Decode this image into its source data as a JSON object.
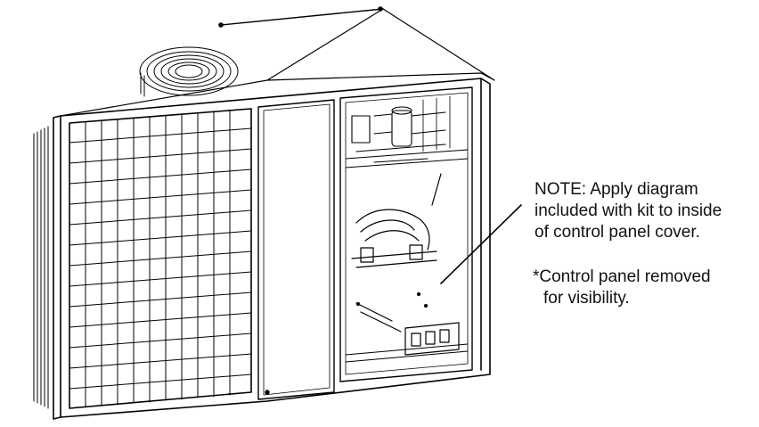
{
  "note": {
    "lines": [
      "NOTE: Apply diagram",
      "included with kit to inside",
      "of control panel cover."
    ]
  },
  "visibility_note": {
    "lines": [
      "*Control panel removed",
      "for visibility."
    ]
  }
}
